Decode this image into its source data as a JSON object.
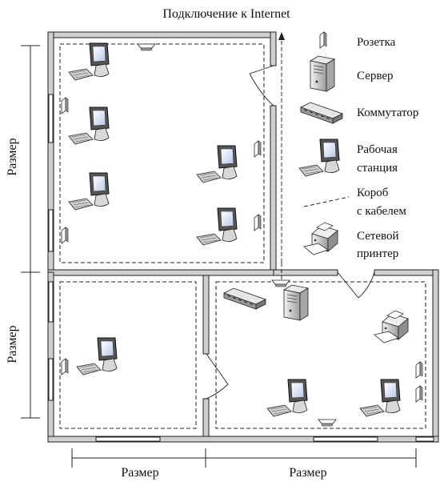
{
  "title": "Подключение к Internet",
  "dimensions": {
    "left_upper": "Размер",
    "left_lower": "Размер",
    "bottom_left": "Размер",
    "bottom_right": "Размер"
  },
  "legend": {
    "socket": "Розетка",
    "server": "Сервер",
    "switch": "Коммутатор",
    "workstation_line1": "Рабочая",
    "workstation_line2": "станция",
    "cable_line1": "Короб",
    "cable_line2": "с кабелем",
    "printer_line1": "Сетевой",
    "printer_line2": "принтер"
  },
  "colors": {
    "wall": "#9a9a9a",
    "stroke": "#222222",
    "screen": "#dfe7f7"
  }
}
